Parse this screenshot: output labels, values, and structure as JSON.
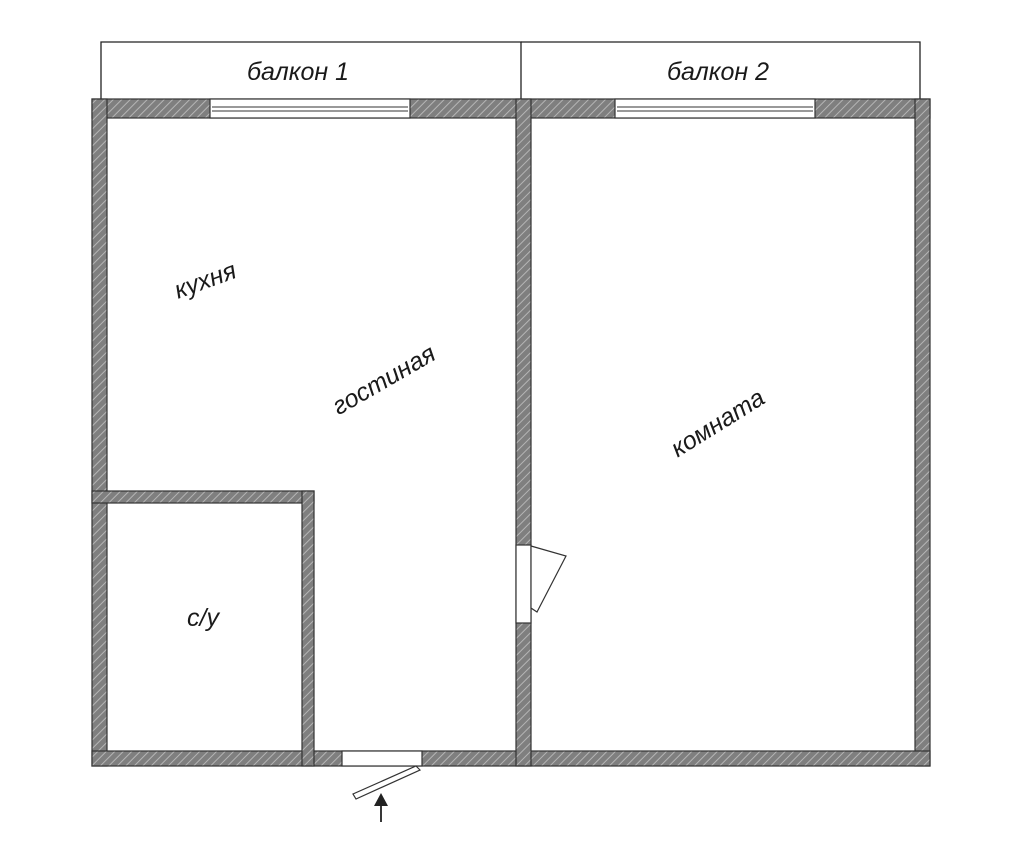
{
  "plan": {
    "balconies": [
      {
        "label": "балкон 1"
      },
      {
        "label": "балкон 2"
      }
    ],
    "rooms": {
      "kitchen": "кухня",
      "living": "гостиная",
      "bedroom": "комната",
      "bathroom": "с/у"
    },
    "colors": {
      "wall_fill": "#7a7a7a",
      "wall_outline": "#333333",
      "hatch": "#a8a8a8",
      "line": "#222222"
    }
  }
}
